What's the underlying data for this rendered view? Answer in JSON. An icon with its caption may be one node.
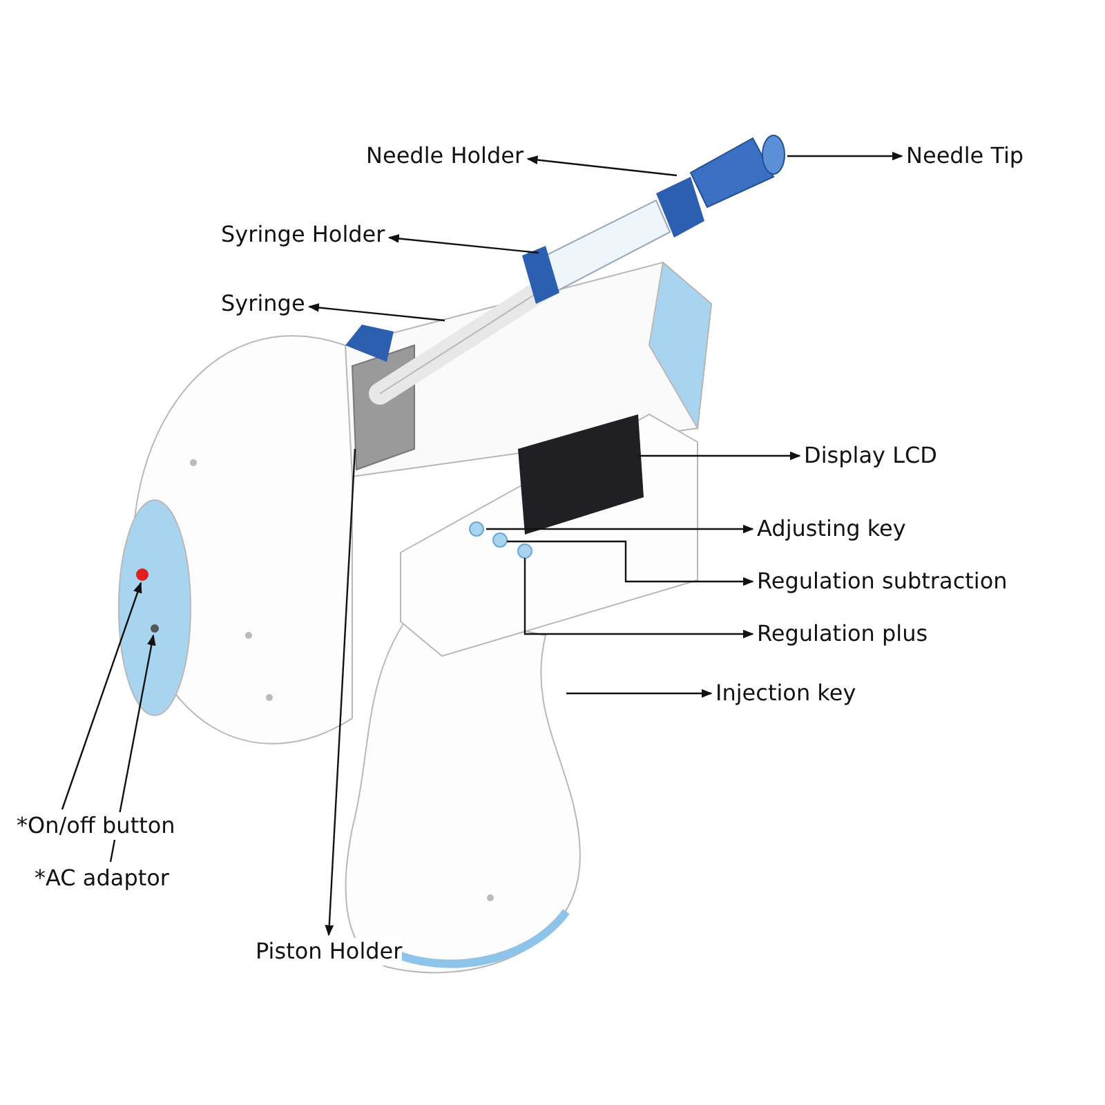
{
  "diagram": {
    "nodes": [
      {
        "text": [
          "Needle Holder"
        ]
      },
      {
        "text": [
          "Needle Tip"
        ]
      },
      {
        "text": [
          "Syringe Holder"
        ]
      },
      {
        "text": [
          "Syringe"
        ]
      },
      {
        "text": [
          "Display LCD"
        ]
      },
      {
        "text": [
          "Adjusting key"
        ]
      },
      {
        "text": [
          "Regulation subtraction"
        ]
      },
      {
        "text": [
          "Regulation plus"
        ]
      },
      {
        "text": [
          "Injection key"
        ]
      },
      {
        "text": [
          "*On/off button"
        ]
      },
      {
        "text": [
          "*AC adaptor"
        ]
      },
      {
        "text": [
          "Piston Holder"
        ]
      }
    ],
    "edges": [
      {
        "from": null,
        "to": 0,
        "arrow": "to"
      },
      {
        "from": null,
        "to": 1,
        "arrow": "to"
      },
      {
        "from": null,
        "to": 2,
        "arrow": "to"
      },
      {
        "from": null,
        "to": 3,
        "arrow": "to"
      },
      {
        "from": null,
        "to": 4,
        "arrow": "to"
      },
      {
        "from": null,
        "to": 5,
        "arrow": "to"
      },
      {
        "from": null,
        "to": 6,
        "arrow": "to"
      },
      {
        "from": null,
        "to": 7,
        "arrow": "to"
      },
      {
        "from": null,
        "to": 8,
        "arrow": "to"
      },
      {
        "from": 9,
        "to": null,
        "arrow": "to"
      },
      {
        "from": 10,
        "to": null,
        "arrow": "to"
      },
      {
        "from": null,
        "to": 11,
        "arrow": "to"
      }
    ]
  }
}
